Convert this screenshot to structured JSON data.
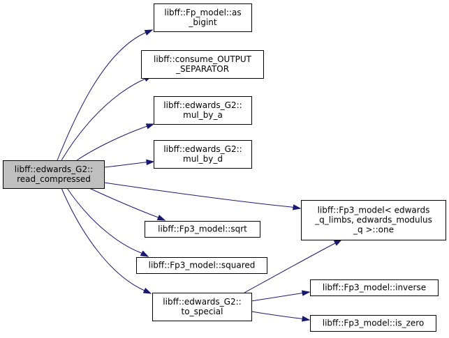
{
  "diagram": {
    "colors": {
      "edge": "#191970",
      "root_fill": "#bfbfbf",
      "node_fill": "#ffffff",
      "node_border": "#000000"
    },
    "nodes": [
      {
        "id": "root",
        "lines": [
          "libff::edwards_G2::",
          "read_compressed"
        ]
      },
      {
        "id": "as_bigint",
        "lines": [
          "libff::Fp_model::as",
          "_bigint"
        ]
      },
      {
        "id": "consume_output_separator",
        "lines": [
          "libff::consume_OUTPUT",
          "_SEPARATOR"
        ]
      },
      {
        "id": "mul_by_a",
        "lines": [
          "libff::edwards_G2::",
          "mul_by_a"
        ]
      },
      {
        "id": "mul_by_d",
        "lines": [
          "libff::edwards_G2::",
          "mul_by_d"
        ]
      },
      {
        "id": "fp3_one",
        "lines": [
          "libff::Fp3_model< edwards",
          "_q_limbs, edwards_modulus",
          "_q >::one"
        ]
      },
      {
        "id": "sqrt",
        "lines": [
          "libff::Fp3_model::sqrt"
        ]
      },
      {
        "id": "squared",
        "lines": [
          "libff::Fp3_model::squared"
        ]
      },
      {
        "id": "to_special",
        "lines": [
          "libff::edwards_G2::",
          "to_special"
        ]
      },
      {
        "id": "inverse",
        "lines": [
          "libff::Fp3_model::inverse"
        ]
      },
      {
        "id": "is_zero",
        "lines": [
          "libff::Fp3_model::is_zero"
        ]
      }
    ],
    "edges": [
      {
        "from": "root",
        "to": "as_bigint"
      },
      {
        "from": "root",
        "to": "consume_output_separator"
      },
      {
        "from": "root",
        "to": "mul_by_a"
      },
      {
        "from": "root",
        "to": "mul_by_d"
      },
      {
        "from": "root",
        "to": "fp3_one"
      },
      {
        "from": "root",
        "to": "sqrt"
      },
      {
        "from": "root",
        "to": "squared"
      },
      {
        "from": "root",
        "to": "to_special"
      },
      {
        "from": "to_special",
        "to": "fp3_one"
      },
      {
        "from": "to_special",
        "to": "inverse"
      },
      {
        "from": "to_special",
        "to": "is_zero"
      }
    ]
  }
}
